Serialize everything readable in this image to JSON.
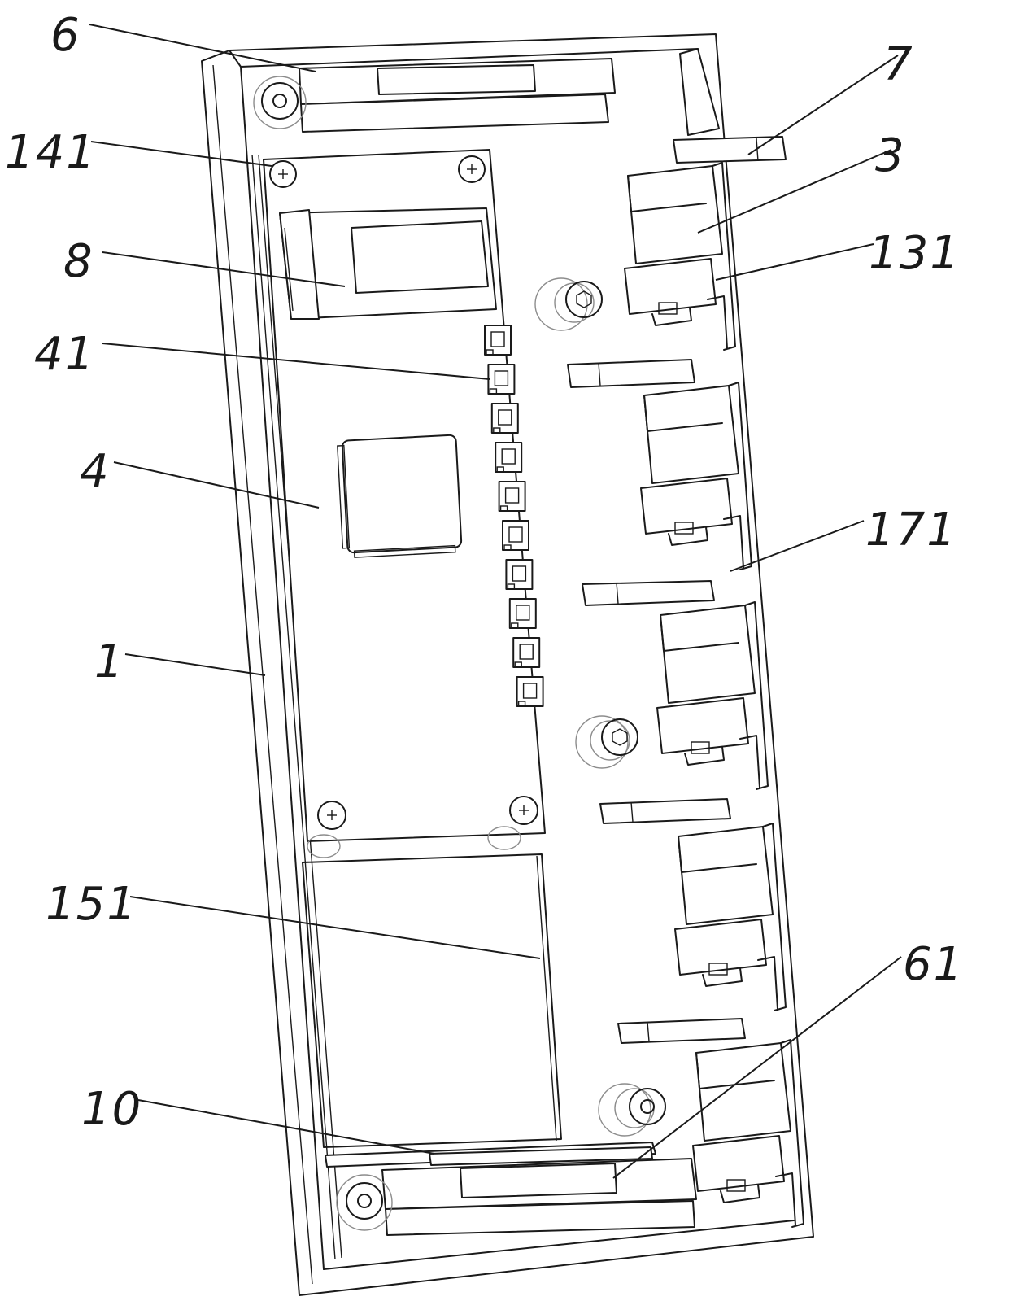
{
  "labels": [
    {
      "id": "6",
      "text": "6"
    },
    {
      "id": "141",
      "text": "141"
    },
    {
      "id": "8",
      "text": "8"
    },
    {
      "id": "41",
      "text": "41"
    },
    {
      "id": "4",
      "text": "4"
    },
    {
      "id": "1",
      "text": "1"
    },
    {
      "id": "151",
      "text": "151"
    },
    {
      "id": "10",
      "text": "10"
    },
    {
      "id": "7",
      "text": "7"
    },
    {
      "id": "3",
      "text": "3"
    },
    {
      "id": "131",
      "text": "131"
    },
    {
      "id": "171",
      "text": "171"
    },
    {
      "id": "61",
      "text": "61"
    }
  ]
}
